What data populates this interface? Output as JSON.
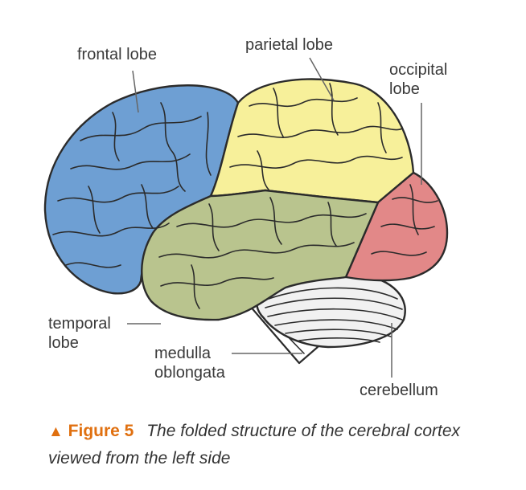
{
  "labels": {
    "frontal": "frontal lobe",
    "parietal": "parietal lobe",
    "occipital": "occipital\nlobe",
    "temporal": "temporal\nlobe",
    "medulla": "medulla\noblongata",
    "cerebellum": "cerebellum"
  },
  "caption": {
    "marker": "▲",
    "figure_number": "Figure 5",
    "text": "The folded structure of the cerebral cortex viewed from the left side"
  },
  "colors": {
    "frontal": "#6e9fd3",
    "parietal": "#f7f09a",
    "temporal": "#b9c48e",
    "occipital": "#e28888",
    "cerebellum": "#f1f1f1",
    "accent": "#e07010"
  }
}
